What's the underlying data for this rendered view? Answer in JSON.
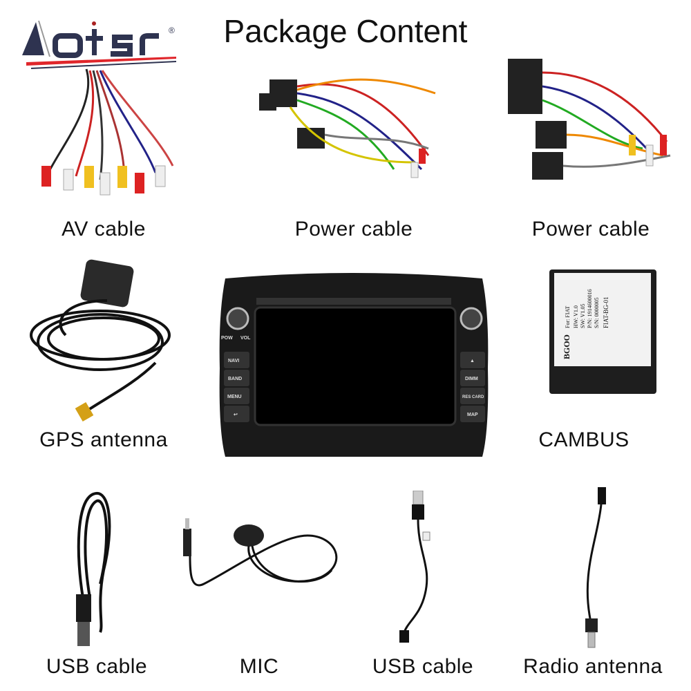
{
  "brand": {
    "logo_text": "Aotsr",
    "registered_mark": "®",
    "logo_colors": {
      "text": "#2e3350",
      "stripe": "#e0262b"
    }
  },
  "title": "Package Content",
  "items": [
    {
      "label": "AV cable",
      "icon": "av-cable"
    },
    {
      "label": "Power cable",
      "icon": "power-cable"
    },
    {
      "label": "Power cable",
      "icon": "power-cable-iso"
    },
    {
      "label": "GPS antenna",
      "icon": "gps-antenna"
    },
    {
      "label": "CAMBUS",
      "icon": "cambus-box"
    },
    {
      "label": "USB cable",
      "icon": "usb-cable"
    },
    {
      "label": "MIC",
      "icon": "microphone"
    },
    {
      "label": "USB cable",
      "icon": "usb-cable-short"
    },
    {
      "label": "Radio antenna",
      "icon": "radio-antenna-adapter"
    }
  ],
  "head_unit": {
    "knob_labels": [
      "POW",
      "VOL"
    ],
    "left_buttons": [
      "NAVI",
      "BAND",
      "MENU",
      "↩"
    ],
    "right_buttons": [
      "▲",
      "DIMM",
      "RES CARD",
      "MAP"
    ]
  },
  "cambus_label": {
    "lines": [
      "For: FIAT",
      "HW: V1.0",
      "SW: V1.05",
      "P/N: 1914600016",
      "S/N: 0000005"
    ],
    "model": "FIAT-BG-01",
    "brand": "BGOO"
  }
}
